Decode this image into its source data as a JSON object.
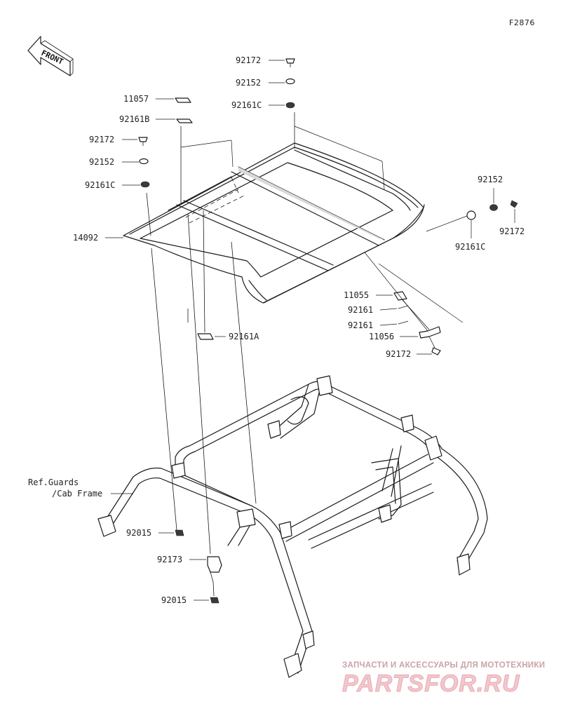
{
  "diagram_code": "F2876",
  "front_badge": "FRONT",
  "ref_note": [
    "Ref.Guards",
    "/Cab Frame"
  ],
  "callouts": {
    "screw_top": "92172",
    "washer_top": "92152",
    "rubber_top": "92161C",
    "bracket_11057": "11057",
    "pad_92161b": "92161B",
    "screw_left": "92172",
    "washer_left": "92152",
    "rubber_left": "92161C",
    "roof": "14092",
    "pad_92161a": "92161A",
    "washer_right": "92152",
    "screw_right": "92172",
    "rubber_right": "92161C",
    "bracket_11055": "11055",
    "pad_92161_1": "92161",
    "pad_92161_2": "92161",
    "bracket_11056": "11056",
    "screw_bracket": "92172",
    "nut_1": "92015",
    "clamp": "92173",
    "nut_2": "92015"
  },
  "watermark": {
    "tagline": "ЗАПЧАСТИ И АКСЕССУАРЫ ДЛЯ МОТОТЕХНИКИ",
    "brand": "PARTSFOR.RU"
  }
}
